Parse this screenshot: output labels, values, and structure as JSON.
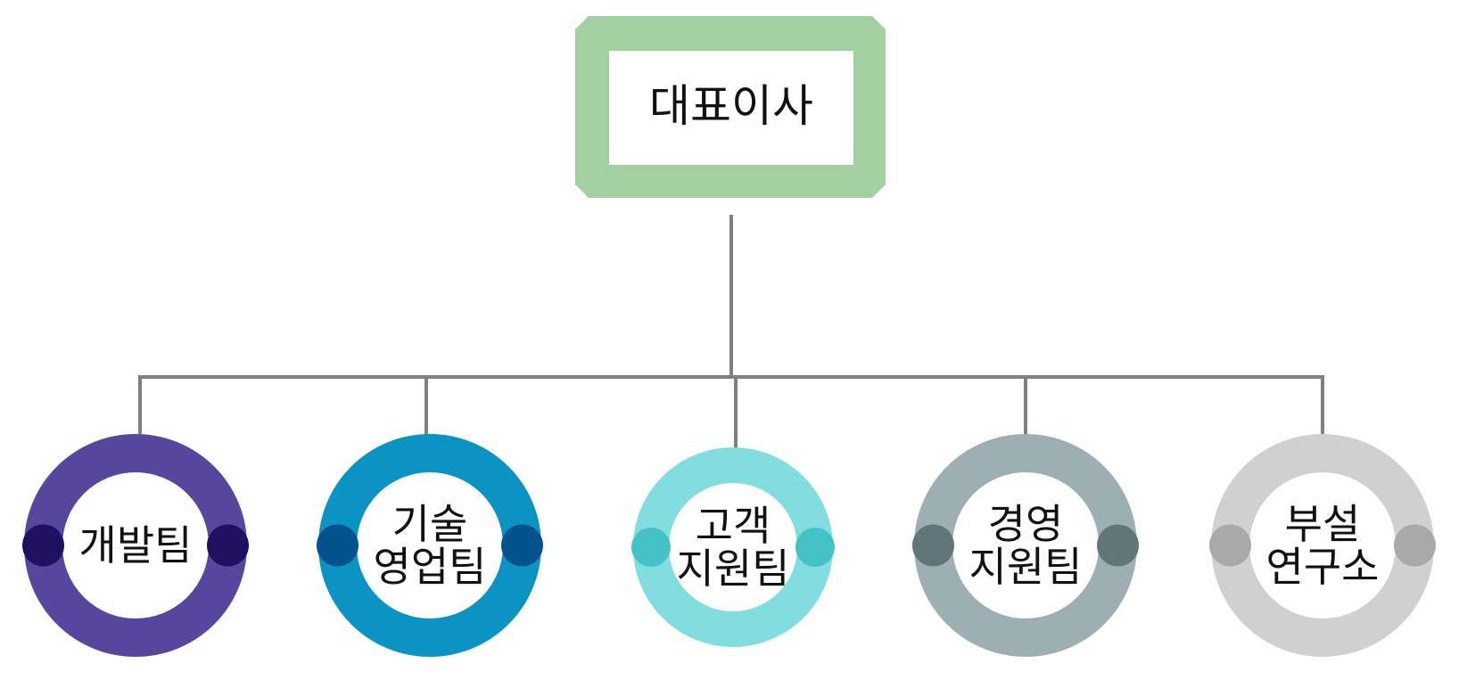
{
  "ceo": {
    "label": "대표이사",
    "frame_color": "#a1d1a1"
  },
  "connector_color": "#808080",
  "teams": [
    {
      "lines": [
        "개발팀"
      ],
      "ring_color": "#57469e",
      "dot_color": "#1f1060"
    },
    {
      "lines": [
        "기술",
        "영업팀"
      ],
      "ring_color": "#0b93c4",
      "dot_color": "#02528e"
    },
    {
      "lines": [
        "고객",
        "지원팀"
      ],
      "ring_color": "#82dde0",
      "dot_color": "#44c2c6"
    },
    {
      "lines": [
        "경영",
        "지원팀"
      ],
      "ring_color": "#9eafb3",
      "dot_color": "#627679"
    },
    {
      "lines": [
        "부설",
        "연구소"
      ],
      "ring_color": "#d0d0d0",
      "dot_color": "#a9a9a9"
    }
  ]
}
